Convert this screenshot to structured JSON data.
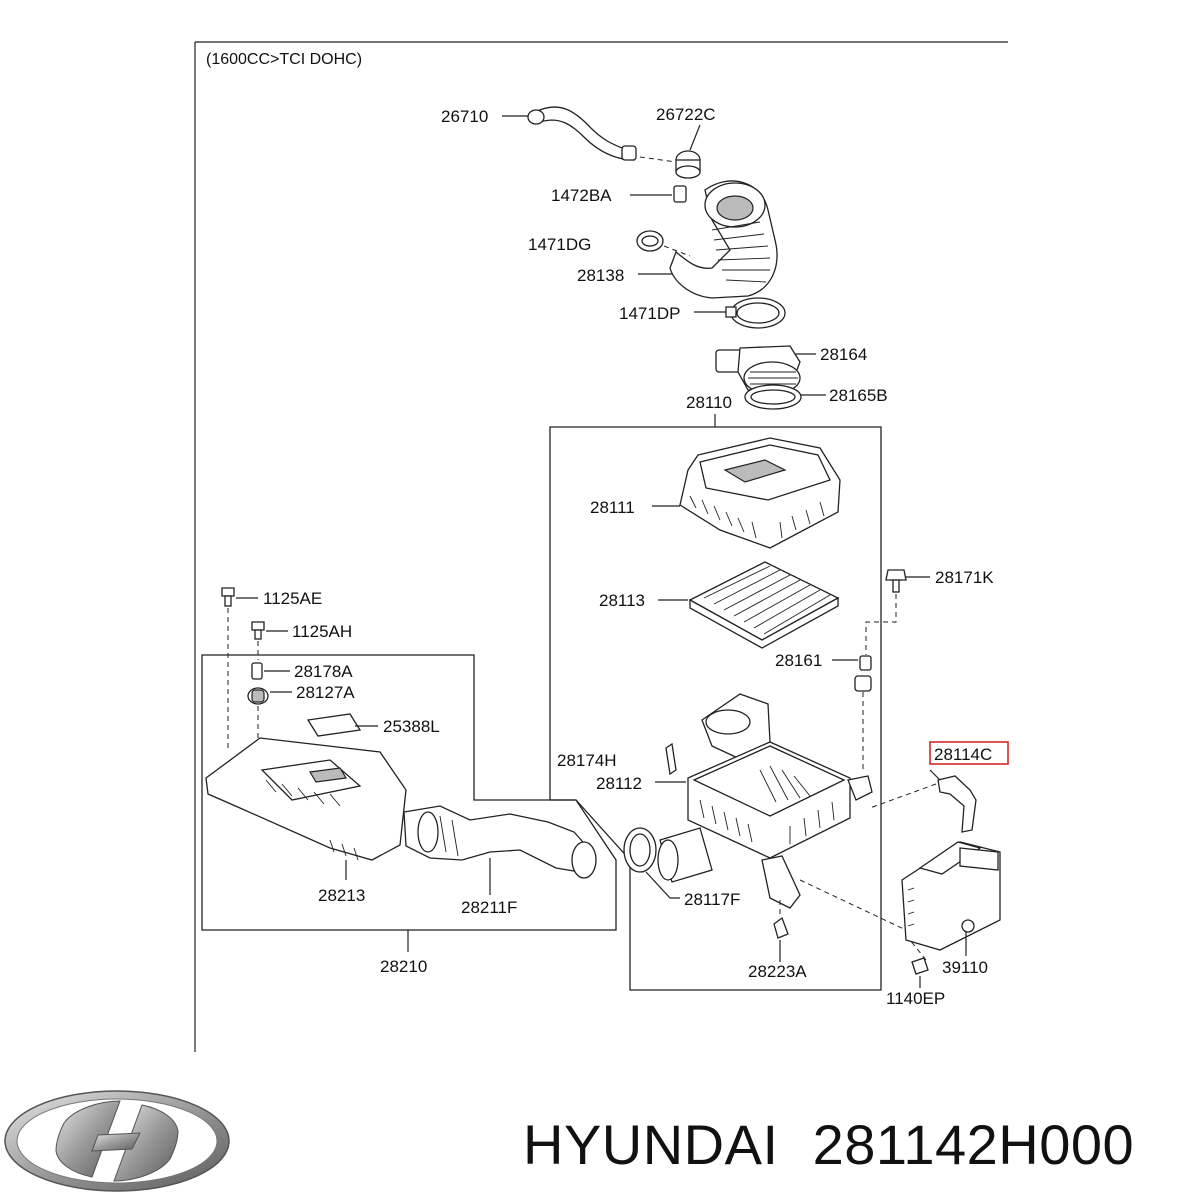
{
  "diagram": {
    "engine_note": "(1600CC>TCI DOHC)",
    "labels": {
      "p26710": "26710",
      "p26722C": "26722C",
      "p1472BA": "1472BA",
      "p1471DG": "1471DG",
      "p28138": "28138",
      "p1471DP": "1471DP",
      "p28164": "28164",
      "p28165B": "28165B",
      "p28110": "28110",
      "p28111": "28111",
      "p28171K": "28171K",
      "p28113": "28113",
      "p28161": "28161",
      "p1125AE": "1125AE",
      "p1125AH": "1125AH",
      "p28178A": "28178A",
      "p28127A": "28127A",
      "p25388L": "25388L",
      "p28174H": "28174H",
      "p28112": "28112",
      "p28114C": "28114C",
      "p28213": "28213",
      "p28211F": "28211F",
      "p28117F": "28117F",
      "p39110": "39110",
      "p28223A": "28223A",
      "p1140EP": "1140EP",
      "p28210": "28210"
    },
    "highlight_color": "#d62828"
  },
  "footer": {
    "brand": "HYUNDAI",
    "part_number": "281142H000",
    "logo_icon": "hyundai-logo-icon"
  }
}
